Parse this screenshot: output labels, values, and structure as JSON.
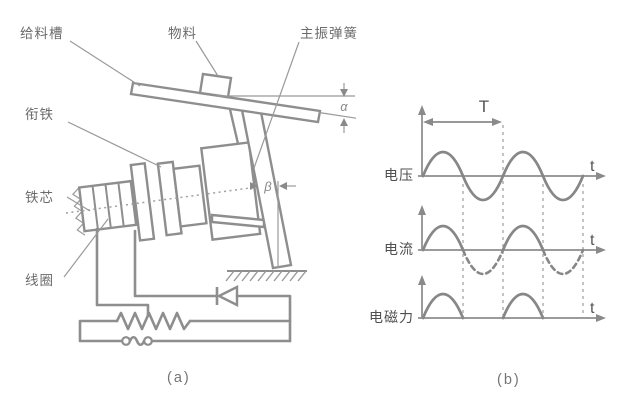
{
  "panel_a": {
    "caption": "(a)",
    "labels": {
      "feed_trough": "给料槽",
      "material": "物料",
      "main_spring": "主振弹簧",
      "armature": "衔铁",
      "iron_core": "铁芯",
      "coil": "线圈"
    },
    "angles": {
      "alpha": "α",
      "beta": "β"
    }
  },
  "panel_b": {
    "caption": "(b)",
    "period_label": "T",
    "axes_time_label": "t",
    "waveforms": [
      {
        "label": "电压",
        "style": "solid full sine wave, 2 periods"
      },
      {
        "label": "电流",
        "style": "positive half-cycles solid, negative half-cycles dashed"
      },
      {
        "label": "电磁力",
        "style": "positive half-sine pulses, one per period"
      }
    ]
  },
  "colors": {
    "drawing_line": "#8e8e8e",
    "thin_line": "#9a9a9a",
    "label_text": "#6b6b6b",
    "waveform_text": "#4f4f4f"
  }
}
